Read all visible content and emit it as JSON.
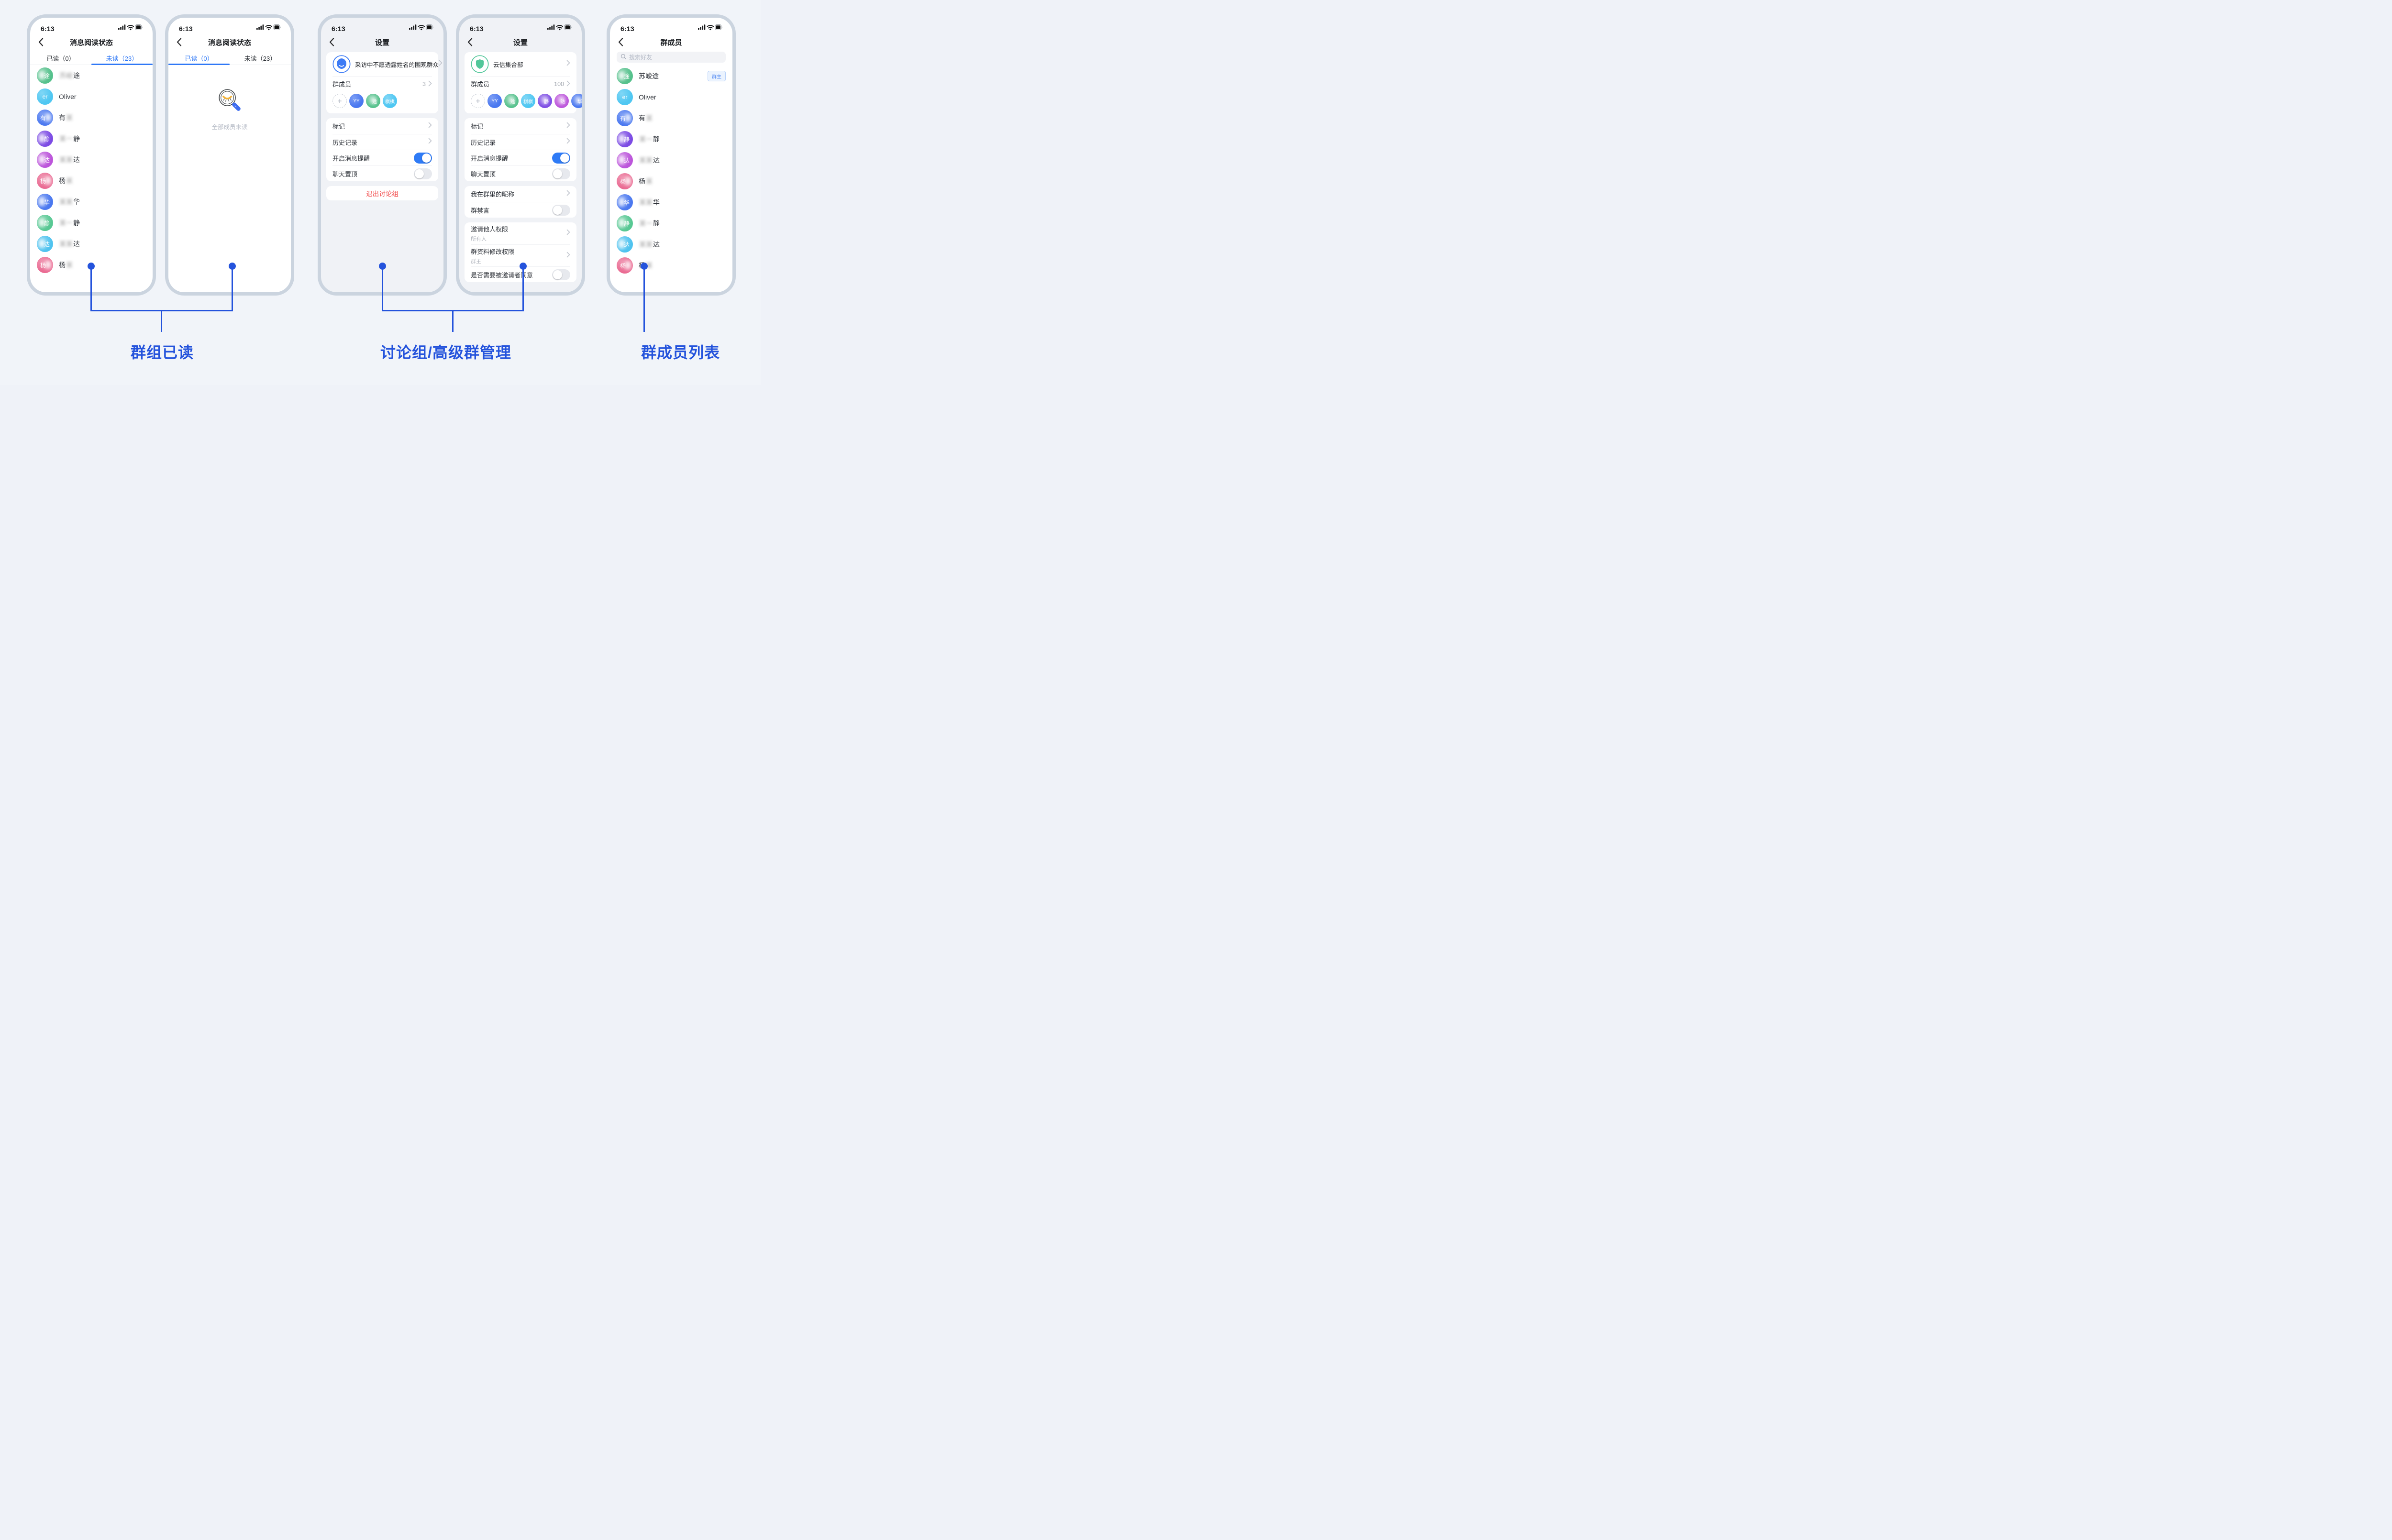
{
  "status_bar": {
    "time": "6:13"
  },
  "colors": {
    "accent_blue": "#2F78F6",
    "connector_blue": "#2453DC",
    "danger_red": "#F24C4C",
    "page_background": "#F1F4F9",
    "phone_border": "#CBD4DF",
    "toggle_off_track": "#E7E9EE",
    "badge_blue_text": "#4E87F2",
    "badge_blue_bg": "#EBF3FE",
    "avatar_palette": {
      "green": "#55C18C",
      "cyan": "#4FC7F2",
      "blue": "#4A78F0",
      "purple": "#7C4BE4",
      "magenta": "#BC55DB",
      "pink": "#EA6A92",
      "green2": "#57C893",
      "cyan2": "#4FC3EF"
    }
  },
  "phone1": {
    "title": "消息阅读状态",
    "tabs": [
      {
        "label": "已读（0）",
        "active": false
      },
      {
        "label": "未读（23）",
        "active": true
      }
    ],
    "members": [
      {
        "av": {
          "color": "green",
          "mode": "pre",
          "text": "途"
        },
        "name": [
          {
            "t": "苏峻",
            "b": 1
          },
          {
            "t": "途"
          }
        ]
      },
      {
        "av": {
          "color": "cyan",
          "mode": "full",
          "text": "er"
        },
        "name": [
          {
            "t": "Oliver"
          }
        ]
      },
      {
        "av": {
          "color": "blue",
          "mode": "post",
          "text": "有"
        },
        "name": [
          {
            "t": "有"
          },
          {
            "t": "某",
            "b": 1
          }
        ]
      },
      {
        "av": {
          "color": "purple",
          "mode": "pre",
          "text": "静"
        },
        "name": [
          {
            "t": "某一",
            "b": 1
          },
          {
            "t": "静"
          }
        ]
      },
      {
        "av": {
          "color": "magenta",
          "mode": "pre",
          "text": "达"
        },
        "name": [
          {
            "t": "某某",
            "b": 1
          },
          {
            "t": "达"
          }
        ]
      },
      {
        "av": {
          "color": "pink",
          "mode": "post",
          "text": "杨"
        },
        "name": [
          {
            "t": "杨"
          },
          {
            "t": "某",
            "b": 1
          }
        ]
      },
      {
        "av": {
          "color": "blue",
          "mode": "pre",
          "text": "华"
        },
        "name": [
          {
            "t": "某某",
            "b": 1
          },
          {
            "t": "华"
          }
        ]
      },
      {
        "av": {
          "color": "green2",
          "mode": "pre",
          "text": "静"
        },
        "name": [
          {
            "t": "某一",
            "b": 1
          },
          {
            "t": "静"
          }
        ]
      },
      {
        "av": {
          "color": "cyan2",
          "mode": "pre",
          "text": "达"
        },
        "name": [
          {
            "t": "某某",
            "b": 1
          },
          {
            "t": "达"
          }
        ]
      },
      {
        "av": {
          "color": "pink",
          "mode": "post",
          "text": "杨"
        },
        "name": [
          {
            "t": "杨"
          },
          {
            "t": "某",
            "b": 1
          }
        ]
      }
    ]
  },
  "phone2": {
    "title": "消息阅读状态",
    "tabs": [
      {
        "label": "已读（0）",
        "active": true
      },
      {
        "label": "未读（23）",
        "active": false
      }
    ],
    "empty_text": "全部成员未读"
  },
  "phone3": {
    "title": "设置",
    "group_name": "采访中不愿透露姓名的围观群众",
    "members_label": "群成员",
    "members_count": "3",
    "member_avatars": [
      {
        "type": "plus"
      },
      {
        "color": "blue",
        "mode": "full",
        "text": "YY"
      },
      {
        "color": "green",
        "mode": "pre",
        "text": "途"
      },
      {
        "color": "cyan",
        "mode": "full",
        "text": "棋棋"
      }
    ],
    "rows_main": [
      {
        "id": "mark",
        "label": "标记",
        "accessory": "chevron"
      },
      {
        "id": "history",
        "label": "历史记录",
        "accessory": "chevron"
      },
      {
        "id": "notify",
        "label": "开启消息提醒",
        "accessory": "toggle",
        "state": "on"
      },
      {
        "id": "pin-chat",
        "label": "聊天置顶",
        "accessory": "toggle",
        "state": "off"
      }
    ],
    "exit_label": "退出讨论组"
  },
  "phone4": {
    "title": "设置",
    "group_name": "云信集合部",
    "members_label": "群成员",
    "members_count": "100",
    "member_avatars": [
      {
        "type": "plus"
      },
      {
        "color": "blue",
        "mode": "full",
        "text": "YY"
      },
      {
        "color": "green",
        "mode": "pre",
        "text": "途"
      },
      {
        "color": "cyan",
        "mode": "full",
        "text": "棋棋"
      },
      {
        "color": "purple",
        "mode": "pre",
        "text": "静"
      },
      {
        "color": "magenta",
        "mode": "pre",
        "text": "达"
      },
      {
        "color": "blue",
        "mode": "pre",
        "text": "华"
      }
    ],
    "rows_main": [
      {
        "id": "mark",
        "label": "标记",
        "accessory": "chevron"
      },
      {
        "id": "history",
        "label": "历史记录",
        "accessory": "chevron"
      },
      {
        "id": "notify",
        "label": "开启消息提醒",
        "accessory": "toggle",
        "state": "on"
      },
      {
        "id": "pin-chat",
        "label": "聊天置顶",
        "accessory": "toggle",
        "state": "off"
      }
    ],
    "rows_nick": [
      {
        "id": "my-nickname",
        "label": "我在群里的昵称",
        "accessory": "chevron"
      },
      {
        "id": "mute-all",
        "label": "群禁言",
        "accessory": "toggle",
        "state": "off"
      }
    ],
    "rows_perm": [
      {
        "id": "invite-permission",
        "label": "邀请他人权限",
        "sub": "所有人",
        "accessory": "chevron"
      },
      {
        "id": "edit-permission",
        "label": "群资料修改权限",
        "sub": "群主",
        "accessory": "chevron"
      },
      {
        "id": "invitee-consent",
        "label": "是否需要被邀请者同意",
        "accessory": "toggle",
        "state": "off"
      }
    ]
  },
  "phone5": {
    "title": "群成员",
    "search_placeholder": "搜索好友",
    "owner_badge": "群主",
    "members": [
      {
        "av": {
          "color": "green",
          "mode": "pre",
          "text": "途"
        },
        "name": [
          {
            "t": "苏峻途"
          }
        ],
        "badge": "群主"
      },
      {
        "av": {
          "color": "cyan",
          "mode": "full",
          "text": "er"
        },
        "name": [
          {
            "t": "Oliver"
          }
        ]
      },
      {
        "av": {
          "color": "blue",
          "mode": "post",
          "text": "有"
        },
        "name": [
          {
            "t": "有"
          },
          {
            "t": "某",
            "b": 1
          }
        ]
      },
      {
        "av": {
          "color": "purple",
          "mode": "pre",
          "text": "静"
        },
        "name": [
          {
            "t": "某一",
            "b": 1
          },
          {
            "t": "静"
          }
        ]
      },
      {
        "av": {
          "color": "magenta",
          "mode": "pre",
          "text": "达"
        },
        "name": [
          {
            "t": "某某",
            "b": 1
          },
          {
            "t": "达"
          }
        ]
      },
      {
        "av": {
          "color": "pink",
          "mode": "post",
          "text": "杨"
        },
        "name": [
          {
            "t": "杨"
          },
          {
            "t": "某",
            "b": 1
          }
        ]
      },
      {
        "av": {
          "color": "blue",
          "mode": "pre",
          "text": "华"
        },
        "name": [
          {
            "t": "某某",
            "b": 1
          },
          {
            "t": "华"
          }
        ]
      },
      {
        "av": {
          "color": "green2",
          "mode": "pre",
          "text": "静"
        },
        "name": [
          {
            "t": "某一",
            "b": 1
          },
          {
            "t": "静"
          }
        ]
      },
      {
        "av": {
          "color": "cyan2",
          "mode": "pre",
          "text": "达"
        },
        "name": [
          {
            "t": "某某",
            "b": 1
          },
          {
            "t": "达"
          }
        ]
      },
      {
        "av": {
          "color": "pink",
          "mode": "post",
          "text": "杨"
        },
        "name": [
          {
            "t": "杨"
          },
          {
            "t": "某",
            "b": 1
          }
        ]
      }
    ]
  },
  "annotations": [
    {
      "label": "群组已读"
    },
    {
      "label": "讨论组/高级群管理"
    },
    {
      "label": "群成员列表"
    }
  ]
}
